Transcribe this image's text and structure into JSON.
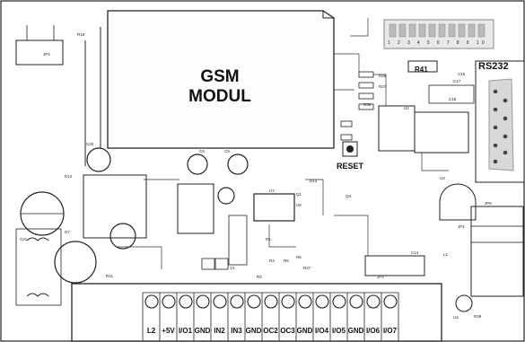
{
  "module_label": {
    "line1": "GSM",
    "line2": "MODUL"
  },
  "connector_label": "RS232",
  "reset_label": "RESET",
  "resistor_label": "R41",
  "dip_switch_numbers": "1 2 3 4 5 6 7 8 9 10",
  "terminal_labels": [
    "L2",
    "+5V",
    "I/O1",
    "GND",
    "IN2",
    "IN3",
    "GND",
    "OC2",
    "OC3",
    "GND",
    "I/O4",
    "I/O5",
    "GND",
    "I/O6",
    "I/O7"
  ],
  "designators": {
    "r18": "R18",
    "jp4": "JP4",
    "c32": "C32",
    "c6": "C6",
    "c9": "C9",
    "r36": "R36",
    "r37": "R37",
    "r38": "R38",
    "u3": "U3",
    "u2": "U2",
    "c15": "C15",
    "c17": "C17",
    "jp6": "JP6",
    "jp1": "JP1",
    "jp3": "JP3",
    "u5": "U5",
    "r12": "R12",
    "r11": "R11",
    "c31": "C31",
    "d7": "D7",
    "l1": "L1",
    "u4": "U4",
    "r39": "R39",
    "c18": "C18",
    "q1": "Q1",
    "r3": "R3",
    "r5": "R5",
    "r6": "R6",
    "u7": "U7",
    "d13": "D13",
    "r1": "R1",
    "r2": "R2",
    "r27": "R27",
    "v1": "V1",
    "q4": "Q4",
    "c14": "C14"
  }
}
